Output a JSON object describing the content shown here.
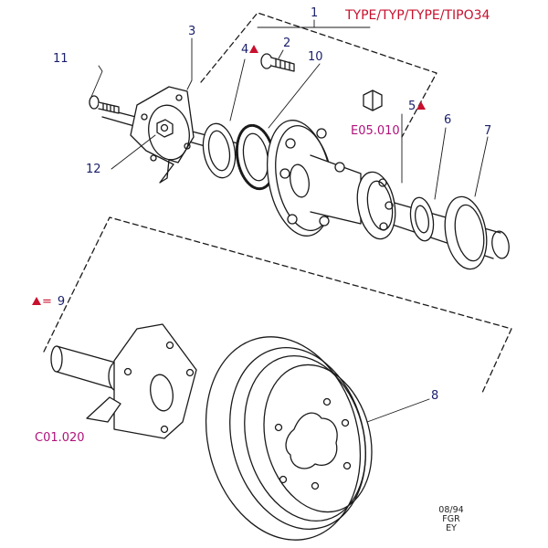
{
  "header": {
    "type_label": "TYPE/TYP/TYPE/TIPO",
    "type_number": "34"
  },
  "callouts": {
    "n1": "1",
    "n2": "2",
    "n3": "3",
    "n4": "4",
    "n5": "5",
    "n6": "6",
    "n7": "7",
    "n8": "8",
    "n9": "9",
    "n10": "10",
    "n11": "11",
    "n12": "12"
  },
  "refs": {
    "e05": "E05.010",
    "c01": "C01.020"
  },
  "legend": {
    "eq": "=",
    "num": "9"
  },
  "stamp": {
    "date": "08/94",
    "line2": "FGR",
    "line3": "EY"
  },
  "colors": {
    "ink": "#1a1a1a",
    "callout": "#1a1f6b",
    "ref": "#b0127a",
    "warning": "#c8102e"
  }
}
